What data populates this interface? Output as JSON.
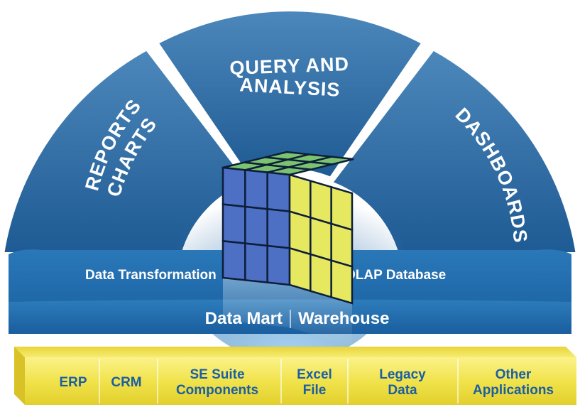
{
  "segments": [
    {
      "lines": [
        "REPORTS",
        "CHARTS"
      ]
    },
    {
      "lines": [
        "QUERY AND",
        "ANALYSIS"
      ]
    },
    {
      "lines": [
        "DASHBOARDS"
      ]
    }
  ],
  "layer": {
    "left_label": "Data Transformation",
    "right_label": "OLAP Database"
  },
  "base": {
    "left_label": "Data Mart",
    "right_label": "Warehouse"
  },
  "sources": [
    {
      "lines": [
        "ERP"
      ]
    },
    {
      "lines": [
        "CRM"
      ]
    },
    {
      "lines": [
        "SE Suite",
        "Components"
      ]
    },
    {
      "lines": [
        "Excel",
        "File"
      ]
    },
    {
      "lines": [
        "Legacy",
        "Data"
      ]
    },
    {
      "lines": [
        "Other",
        "Applications"
      ]
    }
  ],
  "colors": {
    "dome_blue": "#3a77aa",
    "platform_blue": "#1f6aab",
    "bar_yellow": "#f3e451",
    "source_text": "#1b5fa2",
    "cube_blue": "#4d6fc4",
    "cube_yellow": "#e6e860",
    "cube_green": "#7bc46f"
  }
}
